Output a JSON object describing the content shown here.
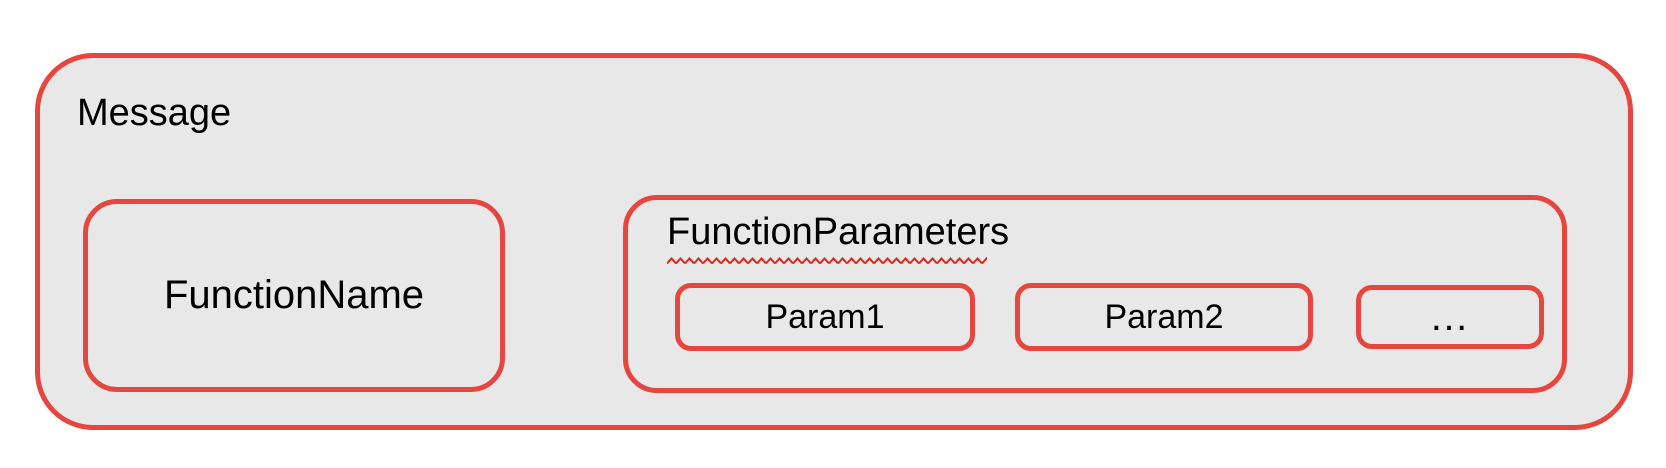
{
  "colors": {
    "box_border_red": "#e7463e",
    "box_fill_gray": "#e8e8e8",
    "squiggle_red": "#e02417",
    "text_black": "#000000"
  },
  "message_box": {
    "label": "Message"
  },
  "function_name_box": {
    "label": "FunctionName"
  },
  "function_parameters_box": {
    "label": "FunctionParameters",
    "params": [
      {
        "label": "Param1"
      },
      {
        "label": "Param2"
      },
      {
        "label": "…"
      }
    ]
  }
}
